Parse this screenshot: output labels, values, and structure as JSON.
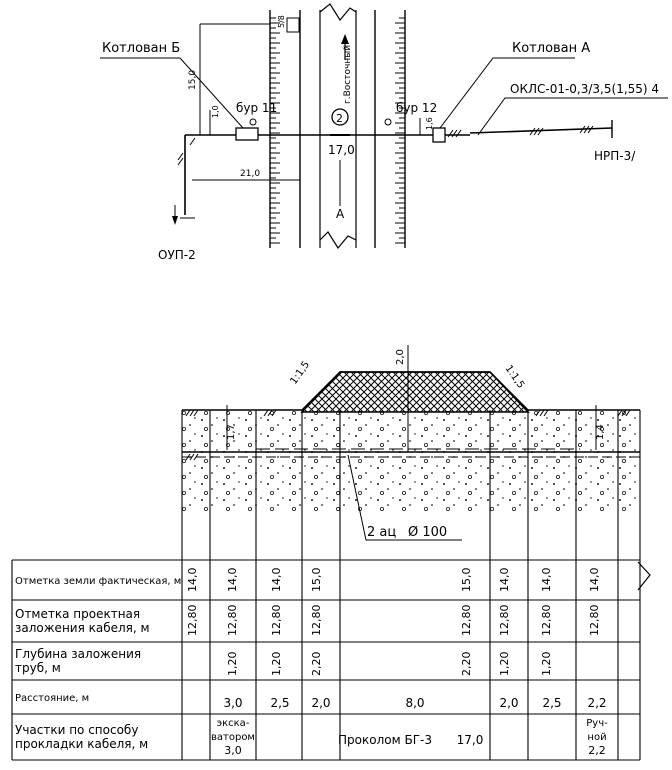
{
  "plan": {
    "labels": {
      "pit_b": "Котлован Б",
      "pit_a": "Котлован А",
      "bore_11": "бур 11",
      "bore_12": "бур 12",
      "cable": "ОКЛС-01-0,3/3,5(1,55) 4",
      "nrp": "НРП-3/",
      "oup": "ОУП-2",
      "street": "г.Восточный",
      "road_no": "2",
      "length": "17,0",
      "section": "А",
      "road_mark": "5/8"
    },
    "dims": {
      "d15": "15,0",
      "d10": "1,0",
      "d210": "21,0",
      "d16": "1,6"
    }
  },
  "profile": {
    "labels": {
      "top_dim": "2,0",
      "slope_left": "1:1,5",
      "slope_right": "1:1,5",
      "dim_left": "1,7",
      "dim_right": "1,4",
      "pipes": "2 ац",
      "pipe_diam": "Ø 100"
    }
  },
  "table": {
    "rows": [
      {
        "label": [
          "Отметка земли фактическая, м"
        ]
      },
      {
        "label": [
          "Отметка проектная",
          "заложения кабеля, м"
        ]
      },
      {
        "label": [
          "Глубина заложения",
          "труб, м"
        ]
      },
      {
        "label": [
          "Расстояние,    м"
        ]
      },
      {
        "label": [
          "Участки по способу",
          "прокладки кабеля, м"
        ]
      }
    ],
    "ground_marks": [
      "14,0",
      "14,0",
      "14,0",
      "15,0",
      "15,0",
      "14,0",
      "14,0",
      "14,0"
    ],
    "design_marks": [
      "12,80",
      "12,80",
      "12,80",
      "12,80",
      "12,80",
      "12,80",
      "12,80",
      "12,80"
    ],
    "depths": [
      "1,20",
      "1,20",
      "2,20",
      "2,20",
      "1,20",
      "1,20"
    ],
    "distances": [
      "3,0",
      "2,5",
      "2,0",
      "8,0",
      "2,0",
      "2,5",
      "2,2"
    ],
    "methods": {
      "excavator_l1": "экска-",
      "excavator_l2": "ватором",
      "excavator_len": "3,0",
      "puncture": "Проколом БГ-3",
      "puncture_len": "17,0",
      "manual_l1": "Руч-",
      "manual_l2": "ной",
      "manual_len": "2,2"
    }
  }
}
